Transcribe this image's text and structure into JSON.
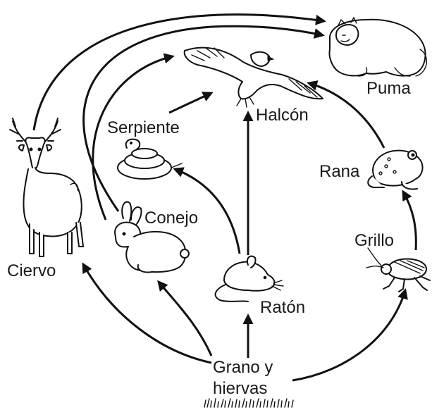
{
  "organisms": {
    "puma": "Puma",
    "halcon": "Halcón",
    "serpiente": "Serpiente",
    "rana": "Rana",
    "ciervo": "Ciervo",
    "conejo": "Conejo",
    "grillo": "Grillo",
    "raton": "Ratón",
    "grano_line1": "Grano y",
    "grano_line2": "hiervas"
  },
  "colors": {
    "ink": "#111111",
    "background": "#ffffff"
  },
  "icons": [
    "puma-icon",
    "hawk-icon",
    "snake-icon",
    "frog-icon",
    "deer-icon",
    "rabbit-icon",
    "cricket-icon",
    "mouse-icon",
    "grass-icon"
  ]
}
